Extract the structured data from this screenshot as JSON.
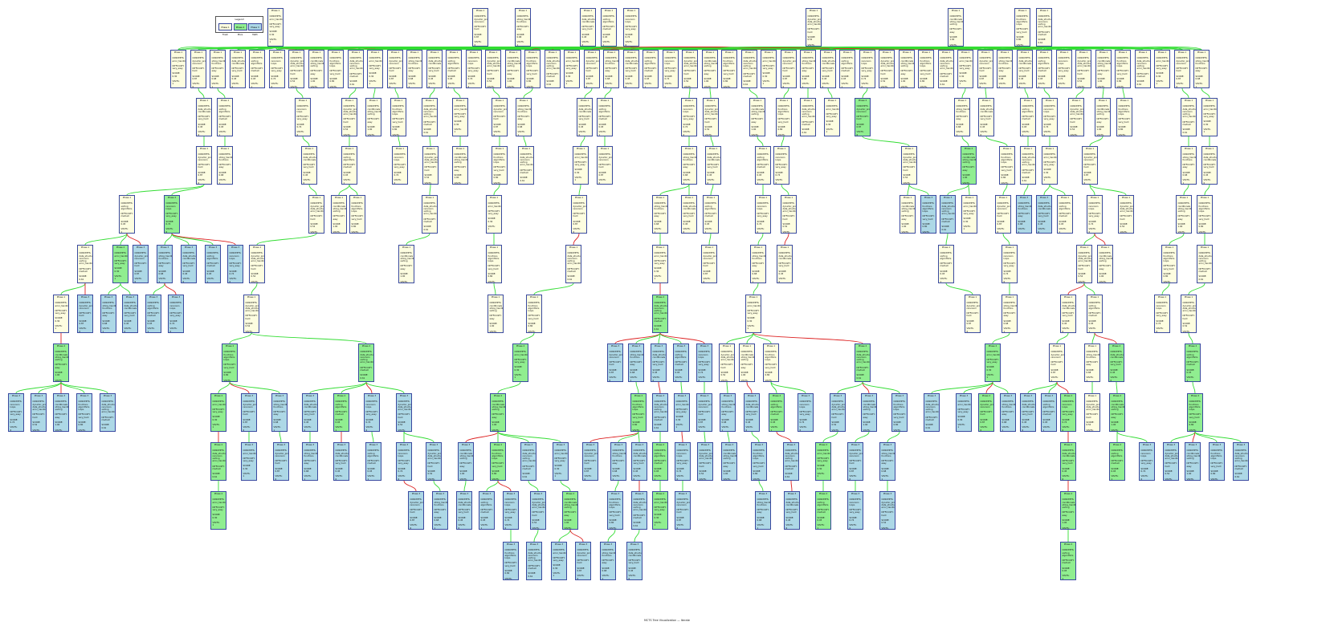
{
  "colors": {
    "fresh": "#fdfde0",
    "more": "#90ee90",
    "mastered": "#add8e6",
    "border": "#3a4aa0",
    "edge_default": "#33dd33",
    "edge_alt": "#dd2222"
  },
  "legend": {
    "title": "Legend",
    "items": [
      {
        "label": "Phase 1 Fresh",
        "kind": "fresh"
      },
      {
        "label": "Phase 2 More",
        "kind": "more"
      },
      {
        "label": "Phase 3 Math",
        "kind": "mastered"
      }
    ]
  },
  "labels": {
    "concepts": "CONCEPTS:",
    "difficulty": "DIFFICULTY:",
    "score": "SCORE:",
    "visits": "VISITS:"
  },
  "caption": "MCTS Tree Visualization — Iterate",
  "node_texts": {
    "phases": [
      "Phase 1",
      "Phase 2",
      "Phase 3"
    ],
    "concepts": [
      [
        "error_handling"
      ],
      [
        "dynamic_programming",
        "recursion"
      ],
      [
        "string_handling",
        "functions"
      ],
      [
        "data_structures",
        "conditionals"
      ],
      [
        "sorting",
        "algorithms"
      ],
      [
        "recursion",
        "loops"
      ],
      [
        "dynamic_programming",
        "data_structures",
        "error_handling"
      ],
      [
        "conditionals",
        "string_handling",
        "sorting"
      ],
      [
        "functions",
        "algorithms",
        "loops"
      ],
      [
        "data_structures",
        "recursion",
        "sorting",
        "error_handling"
      ]
    ],
    "difficulties": [
      "very_easy",
      "easy",
      "medium",
      "hard",
      "very_hard"
    ],
    "scores": [
      "0.30",
      "0.45",
      "0.52",
      "0.61",
      "0.68",
      "0.74",
      "0.80",
      "0.87",
      "0.93",
      "1.00"
    ],
    "visits": [
      "1",
      "2",
      "3",
      "4",
      "5",
      "6",
      "8",
      "11",
      "16",
      "24"
    ]
  }
}
